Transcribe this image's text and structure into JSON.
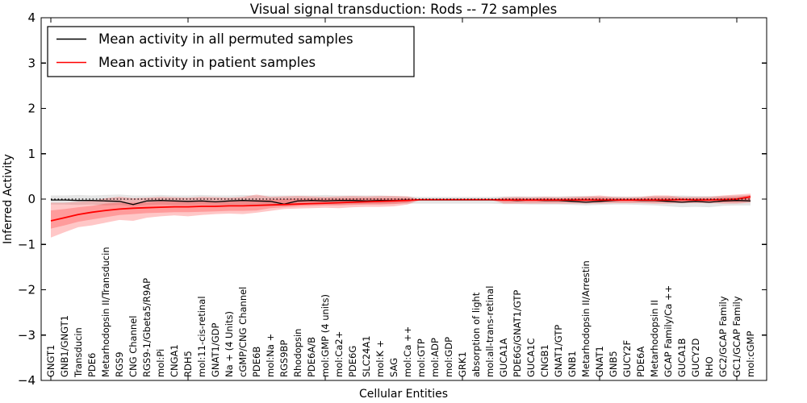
{
  "chart_data": {
    "type": "line",
    "title": "Visual signal transduction: Rods -- 72 samples",
    "xlabel": "Cellular Entities",
    "ylabel": "Inferred Activity",
    "ylim": [
      -4,
      4
    ],
    "yticks": [
      4,
      3,
      2,
      1,
      0,
      -1,
      -2,
      -3,
      -4
    ],
    "x_major_tick_indices": [
      0,
      10,
      20,
      30,
      40,
      50
    ],
    "grid": false,
    "legend": {
      "position": "upper left",
      "entries": [
        {
          "label": "Mean activity in all permuted samples",
          "color": "#000000"
        },
        {
          "label": "Mean activity in patient samples",
          "color": "#ff0000"
        }
      ]
    },
    "zero_line": {
      "value": 0,
      "style": "dotted",
      "color": "#000000"
    },
    "categories": [
      "GNGT1",
      "GNB1/GNGT1",
      "Transducin",
      "PDE6",
      "Metarhodopsin II/Transducin",
      "RGS9",
      "CNG Channel",
      "RGS9-1/Gbeta5/R9AP",
      "mol:Pi",
      "CNGA1",
      "RDH5",
      "mol:11-cis-retinal",
      "GNAT1/GDP",
      "Na + (4 Units)",
      "cGMP/CNG Channel",
      "PDE6B",
      "mol:Na +",
      "RGS9BP",
      "Rhodopsin",
      "PDE6A/B",
      "mol:GMP (4 units)",
      "mol:Ca2+",
      "PDE6G",
      "SLC24A1",
      "mol:K +",
      "SAG",
      "mol:Ca ++",
      "mol:GTP",
      "mol:ADP",
      "mol:GDP",
      "GRK1",
      "absorption of light",
      "mol:all-trans-retinal",
      "GUCA1A",
      "PDE6G/GNAT1/GTP",
      "GUCA1C",
      "CNGB1",
      "GNAT1/GTP",
      "GNB1",
      "Metarhodopsin II/Arrestin",
      "GNAT1",
      "GNB5",
      "GUCY2F",
      "PDE6A",
      "Metarhodopsin II",
      "GCAP Family/Ca ++",
      "GUCA1B",
      "GUCY2D",
      "RHO",
      "GC2/GCAP Family",
      "GC1/GCAP Family",
      "mol:cGMP"
    ],
    "series": [
      {
        "key": "permuted-mean",
        "name": "Mean activity in all permuted samples",
        "color": "#000000",
        "width": 1.3,
        "values": [
          -0.02,
          -0.02,
          -0.03,
          -0.03,
          -0.04,
          -0.05,
          -0.12,
          -0.04,
          -0.03,
          -0.04,
          -0.05,
          -0.04,
          -0.06,
          -0.04,
          -0.03,
          -0.04,
          -0.05,
          -0.11,
          -0.04,
          -0.03,
          -0.04,
          -0.03,
          -0.03,
          -0.04,
          -0.03,
          -0.03,
          -0.02,
          -0.02,
          -0.02,
          -0.02,
          -0.02,
          -0.02,
          -0.02,
          -0.02,
          -0.03,
          -0.02,
          -0.03,
          -0.03,
          -0.05,
          -0.07,
          -0.05,
          -0.03,
          -0.02,
          -0.03,
          -0.03,
          -0.05,
          -0.07,
          -0.05,
          -0.07,
          -0.04,
          -0.03,
          -0.04
        ]
      },
      {
        "key": "patient-mean",
        "name": "Mean activity in patient samples",
        "color": "#ff0000",
        "width": 1.8,
        "values": [
          -0.48,
          -0.41,
          -0.34,
          -0.29,
          -0.25,
          -0.22,
          -0.2,
          -0.19,
          -0.18,
          -0.17,
          -0.17,
          -0.16,
          -0.16,
          -0.15,
          -0.15,
          -0.14,
          -0.13,
          -0.12,
          -0.11,
          -0.1,
          -0.09,
          -0.08,
          -0.07,
          -0.06,
          -0.05,
          -0.04,
          -0.03,
          -0.01,
          -0.01,
          -0.01,
          -0.01,
          -0.01,
          -0.01,
          -0.02,
          -0.02,
          -0.02,
          -0.02,
          -0.02,
          -0.02,
          -0.02,
          -0.02,
          -0.02,
          -0.02,
          -0.02,
          -0.02,
          -0.02,
          -0.01,
          -0.02,
          -0.02,
          -0.01,
          0.0,
          0.05
        ]
      }
    ],
    "bands": [
      {
        "key": "permuted-range",
        "series": "Mean activity in all permuted samples",
        "color": "#000000",
        "opacity": 0.1,
        "hi": [
          0.08,
          0.08,
          0.09,
          0.08,
          0.09,
          0.1,
          0.08,
          0.08,
          0.09,
          0.08,
          0.08,
          0.09,
          0.08,
          0.08,
          0.09,
          0.08,
          0.08,
          0.08,
          0.08,
          0.08,
          0.09,
          0.08,
          0.08,
          0.08,
          0.08,
          0.07,
          0.06,
          0.05,
          0.05,
          0.05,
          0.05,
          0.05,
          0.05,
          0.06,
          0.06,
          0.06,
          0.06,
          0.06,
          0.07,
          0.07,
          0.06,
          0.06,
          0.06,
          0.06,
          0.07,
          0.07,
          0.08,
          0.07,
          0.07,
          0.07,
          0.08,
          0.08
        ],
        "lo": [
          -0.12,
          -0.12,
          -0.13,
          -0.12,
          -0.14,
          -0.13,
          -0.16,
          -0.13,
          -0.12,
          -0.13,
          -0.13,
          -0.12,
          -0.13,
          -0.12,
          -0.12,
          -0.13,
          -0.12,
          -0.15,
          -0.12,
          -0.12,
          -0.12,
          -0.12,
          -0.11,
          -0.11,
          -0.11,
          -0.1,
          -0.1,
          -0.1,
          -0.1,
          -0.1,
          -0.1,
          -0.1,
          -0.1,
          -0.11,
          -0.11,
          -0.12,
          -0.12,
          -0.12,
          -0.13,
          -0.14,
          -0.13,
          -0.12,
          -0.12,
          -0.13,
          -0.14,
          -0.16,
          -0.18,
          -0.17,
          -0.18,
          -0.15,
          -0.14,
          -0.14
        ]
      },
      {
        "key": "patient-range-outer",
        "series": "Mean activity in patient samples",
        "color": "#ff0000",
        "opacity": 0.22,
        "hi": [
          -0.08,
          -0.08,
          -0.06,
          -0.04,
          0.02,
          0.05,
          0.02,
          0.03,
          0.05,
          0.04,
          0.03,
          0.05,
          0.04,
          0.03,
          0.05,
          0.1,
          0.05,
          0.06,
          0.07,
          0.06,
          0.05,
          0.06,
          0.07,
          0.06,
          0.07,
          0.07,
          0.06,
          -0.01,
          -0.01,
          -0.01,
          -0.01,
          -0.01,
          -0.01,
          0.04,
          0.05,
          0.04,
          0.05,
          0.04,
          0.05,
          0.06,
          0.08,
          0.05,
          0.04,
          0.05,
          0.08,
          0.08,
          0.05,
          0.05,
          0.05,
          0.08,
          0.1,
          0.12
        ],
        "lo": [
          -0.85,
          -0.73,
          -0.62,
          -0.58,
          -0.52,
          -0.46,
          -0.48,
          -0.41,
          -0.38,
          -0.36,
          -0.38,
          -0.35,
          -0.33,
          -0.32,
          -0.33,
          -0.3,
          -0.26,
          -0.22,
          -0.21,
          -0.2,
          -0.19,
          -0.2,
          -0.18,
          -0.17,
          -0.17,
          -0.16,
          -0.12,
          -0.01,
          -0.01,
          -0.01,
          -0.01,
          -0.01,
          -0.01,
          -0.1,
          -0.1,
          -0.1,
          -0.1,
          -0.1,
          -0.1,
          -0.1,
          -0.1,
          -0.09,
          -0.09,
          -0.09,
          -0.1,
          -0.1,
          -0.09,
          -0.09,
          -0.09,
          -0.1,
          -0.1,
          -0.08
        ]
      },
      {
        "key": "patient-range-inner",
        "series": "Mean activity in patient samples",
        "color": "#ff0000",
        "opacity": 0.22,
        "hi": [
          -0.25,
          -0.22,
          -0.18,
          -0.15,
          -0.1,
          -0.08,
          -0.08,
          -0.07,
          -0.05,
          -0.05,
          -0.06,
          -0.04,
          -0.05,
          -0.04,
          -0.03,
          -0.02,
          -0.01,
          0.0,
          0.01,
          0.01,
          0.01,
          0.01,
          0.02,
          0.02,
          0.02,
          0.02,
          0.02,
          -0.01,
          -0.01,
          -0.01,
          -0.01,
          -0.01,
          -0.01,
          0.01,
          0.02,
          0.01,
          0.02,
          0.01,
          0.02,
          0.03,
          0.04,
          0.02,
          0.01,
          0.02,
          0.04,
          0.04,
          0.02,
          0.02,
          0.02,
          0.04,
          0.05,
          0.09
        ],
        "lo": [
          -0.65,
          -0.58,
          -0.5,
          -0.45,
          -0.4,
          -0.35,
          -0.33,
          -0.31,
          -0.3,
          -0.29,
          -0.29,
          -0.28,
          -0.27,
          -0.26,
          -0.26,
          -0.25,
          -0.2,
          -0.18,
          -0.16,
          -0.15,
          -0.14,
          -0.14,
          -0.13,
          -0.12,
          -0.12,
          -0.11,
          -0.08,
          -0.01,
          -0.01,
          -0.01,
          -0.01,
          -0.01,
          -0.01,
          -0.06,
          -0.06,
          -0.06,
          -0.06,
          -0.06,
          -0.06,
          -0.07,
          -0.07,
          -0.06,
          -0.06,
          -0.06,
          -0.07,
          -0.07,
          -0.06,
          -0.06,
          -0.06,
          -0.07,
          -0.07,
          -0.05
        ]
      }
    ]
  }
}
